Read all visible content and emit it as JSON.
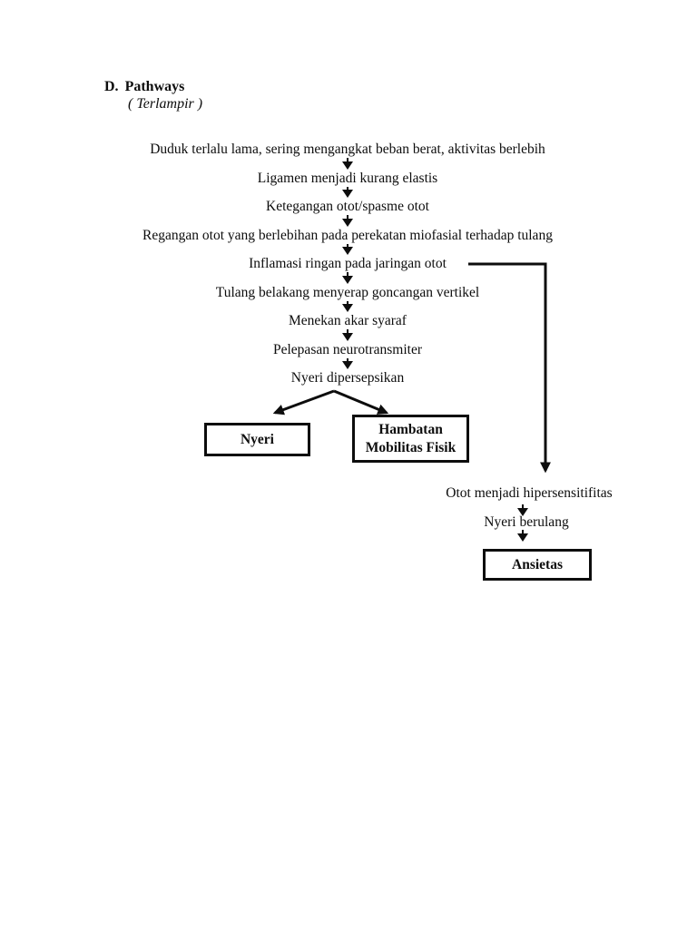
{
  "heading": {
    "number": "D.",
    "title": "Pathways",
    "subtitle": "( Terlampir )"
  },
  "pathway": {
    "steps": [
      "Duduk terlalu lama, sering mengangkat beban berat, aktivitas berlebih",
      "Ligamen menjadi kurang elastis",
      "Ketegangan otot/spasme otot",
      "Regangan otot yang berlebihan pada perekatan miofasial terhadap tulang",
      "Inflamasi ringan pada jaringan otot",
      "Tulang belakang menyerap goncangan vertikel",
      "Menekan akar syaraf",
      "Pelepasan neurotransmiter",
      "Nyeri dipersepsikan"
    ],
    "outcome_left": "Nyeri",
    "outcome_right_lines": [
      "Hambatan",
      "Mobilitas Fisik"
    ],
    "side_branch": {
      "step1": "Otot menjadi hipersensitifitas",
      "step2": "Nyeri berulang",
      "outcome": "Ansietas"
    }
  },
  "icons": {
    "down_arrow": "thick-down-arrow",
    "branch_arrows": "diagonal-split-arrows",
    "side_connector": "elbow-connector-down-arrow"
  },
  "colors": {
    "ink": "#0d0d0d",
    "background": "#ffffff"
  }
}
